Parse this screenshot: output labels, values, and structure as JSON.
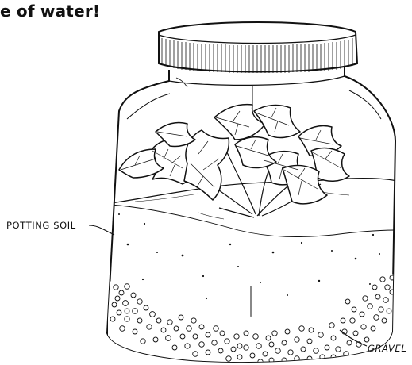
{
  "caption": "e of water!",
  "labels": {
    "potting_soil": "POTTING SOIL",
    "gravel": "GRAVEL"
  },
  "colors": {
    "ink": "#111111",
    "background": "#ffffff"
  }
}
